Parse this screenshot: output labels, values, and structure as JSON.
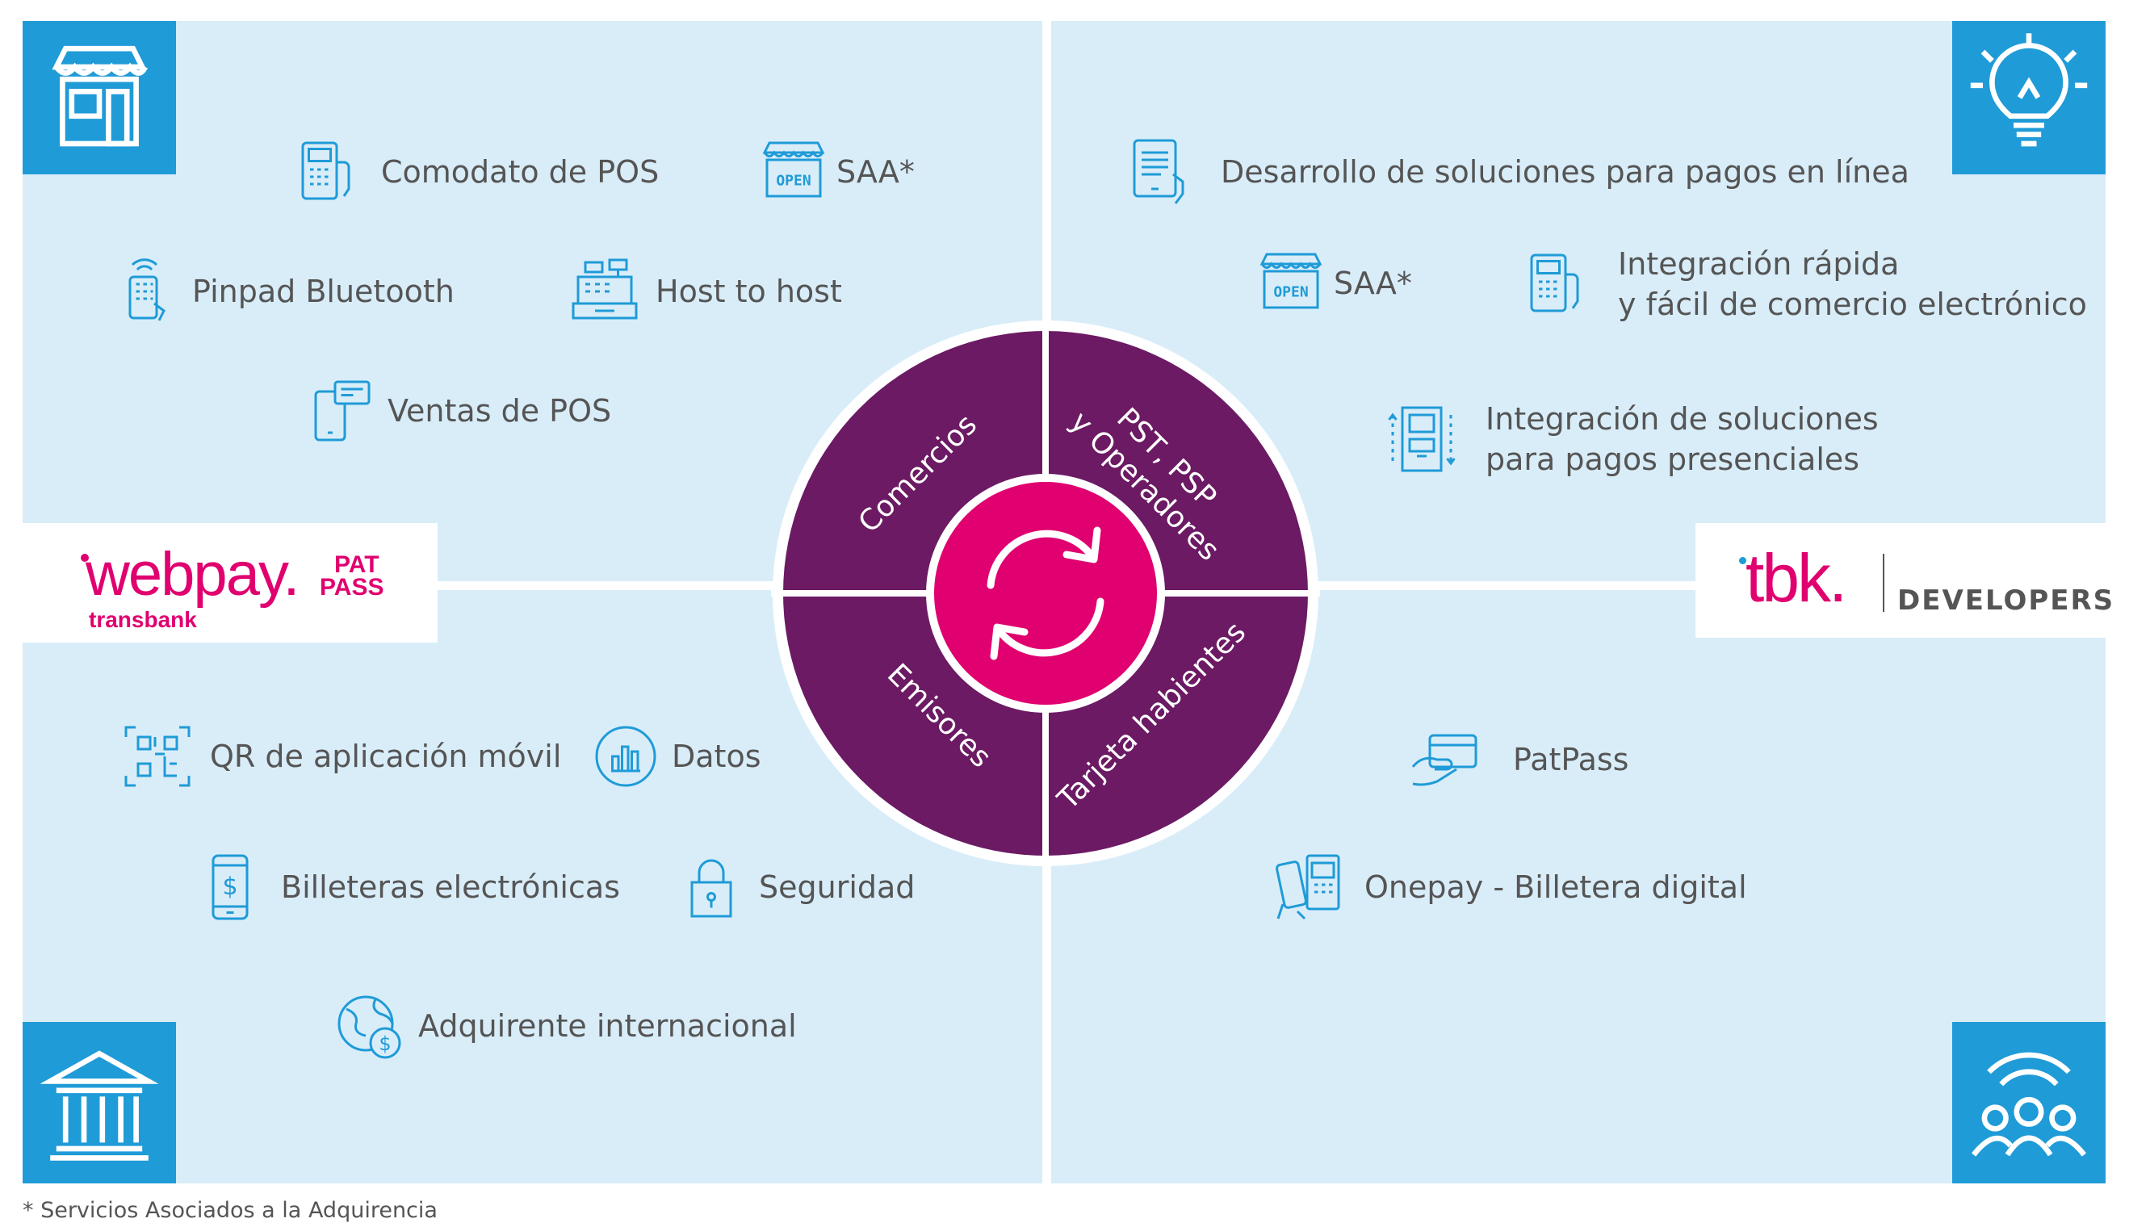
{
  "colors": {
    "accent": "#e0006f",
    "purple": "#6b1a63",
    "panel": "#d9edf9",
    "icon": "#1f9bd7"
  },
  "left_top": {
    "items": [
      {
        "label": "Comodato de POS",
        "icon": "pos-terminal-icon"
      },
      {
        "label": "SAA*",
        "icon": "open-store-icon"
      },
      {
        "label": "Pinpad Bluetooth",
        "icon": "pinpad-bluetooth-icon"
      },
      {
        "label": "Host to host",
        "icon": "cash-register-icon"
      },
      {
        "label": "Ventas de POS",
        "icon": "mobile-card-icon"
      }
    ]
  },
  "right_top": {
    "items": [
      {
        "label": "Desarrollo de soluciones para pagos en línea",
        "icon": "tablet-hand-icon"
      },
      {
        "label": "SAA*",
        "icon": "open-store-icon"
      },
      {
        "label": "Integración rápida\ny fácil de comercio electrónico",
        "icon": "pos-terminal-icon"
      },
      {
        "label": "Integración de soluciones\npara pagos presenciales",
        "icon": "atm-icon"
      }
    ]
  },
  "left_bottom": {
    "items": [
      {
        "label": "QR de aplicación móvil",
        "icon": "qr-code-icon"
      },
      {
        "label": "Datos",
        "icon": "bar-chart-icon"
      },
      {
        "label": "Billeteras electrónicas",
        "icon": "phone-dollar-icon"
      },
      {
        "label": "Seguridad",
        "icon": "padlock-icon"
      },
      {
        "label": "Adquirente internacional",
        "icon": "globe-dollar-icon"
      }
    ]
  },
  "right_bottom": {
    "items": [
      {
        "label": "PatPass",
        "icon": "card-hand-icon"
      },
      {
        "label": "Onepay - Billetera digital",
        "icon": "phone-payment-icon"
      }
    ]
  },
  "hub": {
    "segments": [
      "Comercios",
      "PST, PSP\ny Operadores",
      "Emisores",
      "Tarjeta habientes"
    ],
    "center_icon": "refresh-arrows-icon"
  },
  "logos": {
    "webpay": {
      "main": "webpay.",
      "sub1": "PAT",
      "sub2": "PASS",
      "brand": "transbank"
    },
    "tbk": {
      "main": "tbk.",
      "label": "DEVELOPERS"
    }
  },
  "corners": [
    "store-icon",
    "lightbulb-icon",
    "bank-icon",
    "community-icon"
  ],
  "footnote": "* Servicios Asociados a la Adquirencia"
}
